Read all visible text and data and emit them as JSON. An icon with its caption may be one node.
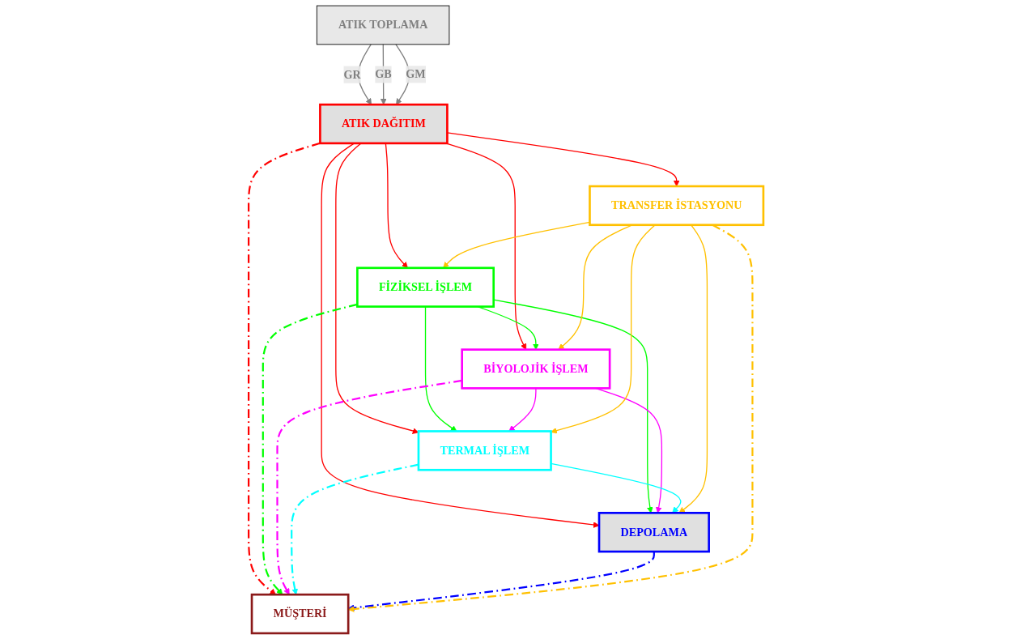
{
  "diagram": {
    "nodes": [
      {
        "text": [
          "ATIK TOPLAMA"
        ]
      },
      {
        "text": [
          "ATIK DAĞITIM"
        ]
      },
      {
        "text": [
          "FİZİKSEL İŞLEM"
        ]
      },
      {
        "text": [
          "BİYOLOJİK İŞLEM"
        ]
      },
      {
        "text": [
          "TERMAL İŞLEM"
        ]
      },
      {
        "text": [
          "DEPOLAMA"
        ]
      },
      {
        "text": [
          "TRANSFER İSTASYONU"
        ]
      },
      {
        "text": [
          "MÜŞTERİ"
        ]
      }
    ],
    "edges": [
      {
        "from": 0,
        "to": 1,
        "arrow": "to",
        "label": "GR",
        "color": "#808080"
      },
      {
        "from": 0,
        "to": 1,
        "arrow": "to",
        "label": "GB",
        "color": "#808080"
      },
      {
        "from": 0,
        "to": 1,
        "arrow": "to",
        "label": "GM",
        "color": "#808080"
      },
      {
        "from": 1,
        "to": 2,
        "arrow": "to",
        "color": "#ff0000"
      },
      {
        "from": 1,
        "to": 3,
        "arrow": "to",
        "color": "#ff0000"
      },
      {
        "from": 1,
        "to": 4,
        "arrow": "to",
        "color": "#ff0000"
      },
      {
        "from": 1,
        "to": 5,
        "arrow": "to",
        "color": "#ff0000"
      },
      {
        "from": 1,
        "to": 6,
        "arrow": "to",
        "color": "#ff0000"
      },
      {
        "from": 1,
        "to": 7,
        "arrow": "to",
        "style": "dashed",
        "color": "#ff0000"
      },
      {
        "from": 2,
        "to": 3,
        "arrow": "to",
        "color": "#00ff00"
      },
      {
        "from": 2,
        "to": 4,
        "arrow": "to",
        "color": "#00ff00"
      },
      {
        "from": 2,
        "to": 5,
        "arrow": "to",
        "color": "#00ff00"
      },
      {
        "from": 2,
        "to": 7,
        "arrow": "to",
        "style": "dashed",
        "color": "#00ff00"
      },
      {
        "from": 3,
        "to": 4,
        "arrow": "to",
        "color": "#ff00ff"
      },
      {
        "from": 3,
        "to": 5,
        "arrow": "to",
        "color": "#ff00ff"
      },
      {
        "from": 3,
        "to": 7,
        "arrow": "to",
        "style": "dashed",
        "color": "#ff00ff"
      },
      {
        "from": 4,
        "to": 5,
        "arrow": "to",
        "color": "#00ffff"
      },
      {
        "from": 4,
        "to": 7,
        "arrow": "to",
        "style": "dashed",
        "color": "#00ffff"
      },
      {
        "from": 5,
        "to": 7,
        "arrow": "to",
        "style": "dashed",
        "color": "#0000ff"
      },
      {
        "from": 6,
        "to": 2,
        "arrow": "to",
        "color": "#ffc000"
      },
      {
        "from": 6,
        "to": 3,
        "arrow": "to",
        "color": "#ffc000"
      },
      {
        "from": 6,
        "to": 4,
        "arrow": "to",
        "color": "#ffc000"
      },
      {
        "from": 6,
        "to": 5,
        "arrow": "to",
        "color": "#ffc000"
      },
      {
        "from": 6,
        "to": 7,
        "arrow": "to",
        "style": "dashed",
        "color": "#ffc000"
      }
    ]
  }
}
